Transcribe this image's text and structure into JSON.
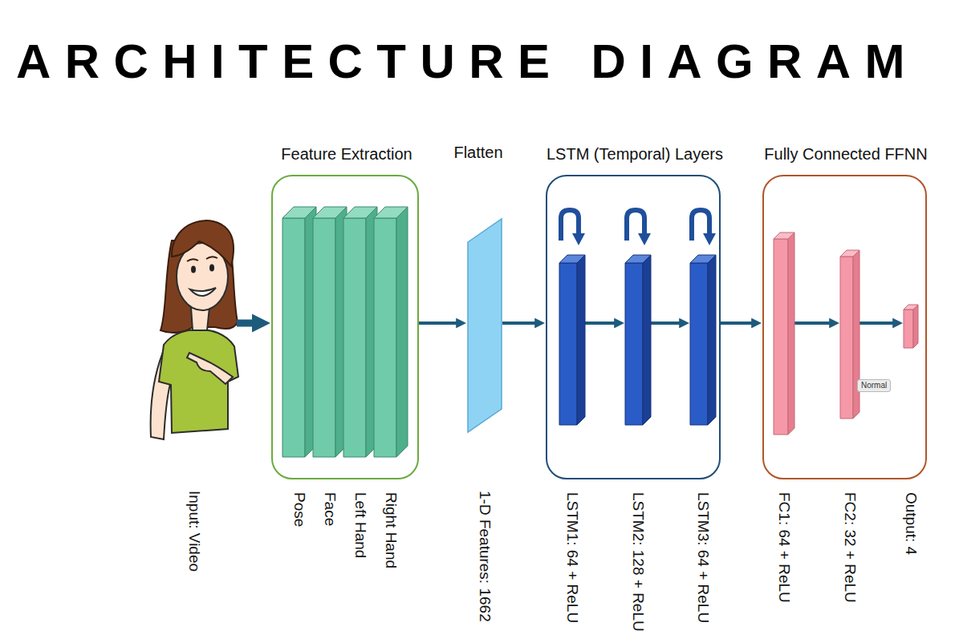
{
  "diagram": {
    "title": "ARCHITECTURE DIAGRAM",
    "nodes": [
      {
        "text": [
          "Input: Video"
        ]
      },
      {
        "text": [
          "Feature Extraction"
        ]
      },
      {
        "text": [
          "Pose"
        ],
        "in": 1
      },
      {
        "text": [
          "Face"
        ],
        "in": 1
      },
      {
        "text": [
          "Left Hand"
        ],
        "in": 1
      },
      {
        "text": [
          "Right Hand"
        ],
        "in": 1
      },
      {
        "text": [
          "Flatten",
          "1-D Features: 1662"
        ]
      },
      {
        "text": [
          "LSTM (Temporal) Layers"
        ]
      },
      {
        "text": [
          "LSTM1: 64 + ReLU"
        ],
        "in": 7
      },
      {
        "text": [
          "LSTM2: 128 + ReLU"
        ],
        "in": 7
      },
      {
        "text": [
          "LSTM3: 64 + ReLU"
        ],
        "in": 7
      },
      {
        "text": [
          "Fully Connected FFNN"
        ]
      },
      {
        "text": [
          "FC1: 64 + ReLU"
        ],
        "in": 11
      },
      {
        "text": [
          "FC2: 32 + ReLU"
        ],
        "in": 11
      },
      {
        "text": [
          "Output: 4"
        ],
        "in": 11
      }
    ],
    "edges": [
      {
        "from": 0,
        "to": 1,
        "arrow": "to"
      },
      {
        "from": 1,
        "to": 6,
        "arrow": "to"
      },
      {
        "from": 6,
        "to": 7,
        "arrow": "to"
      },
      {
        "from": 8,
        "to": 9,
        "arrow": "to"
      },
      {
        "from": 9,
        "to": 10,
        "arrow": "to"
      },
      {
        "from": 7,
        "to": 11,
        "arrow": "to"
      },
      {
        "from": 12,
        "to": 13,
        "arrow": "to"
      },
      {
        "from": 13,
        "to": 14,
        "arrow": "to"
      }
    ],
    "labels": [
      "Normal"
    ]
  }
}
